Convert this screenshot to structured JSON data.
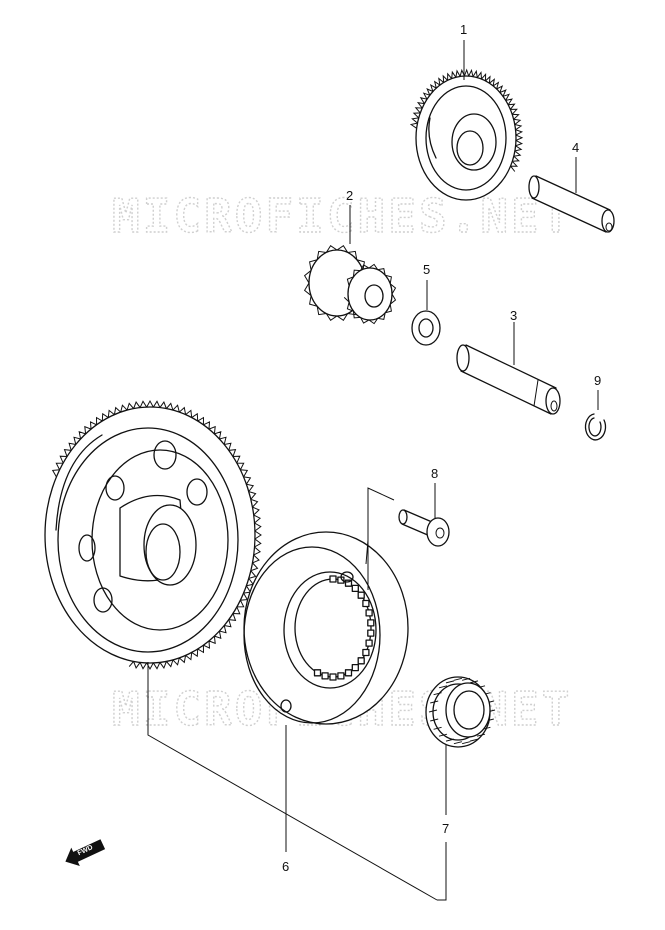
{
  "watermark": {
    "top": "MICROFICHES.NET",
    "bottom": "MICROFICHES.NET"
  },
  "callouts": [
    {
      "id": "1",
      "label": "1"
    },
    {
      "id": "2",
      "label": "2"
    },
    {
      "id": "3",
      "label": "3"
    },
    {
      "id": "4",
      "label": "4"
    },
    {
      "id": "5",
      "label": "5"
    },
    {
      "id": "6",
      "label": "6"
    },
    {
      "id": "7",
      "label": "7"
    },
    {
      "id": "8",
      "label": "8"
    },
    {
      "id": "9",
      "label": "9"
    }
  ],
  "direction_indicator": {
    "label": "FWD",
    "icon": "arrow-left-icon"
  }
}
